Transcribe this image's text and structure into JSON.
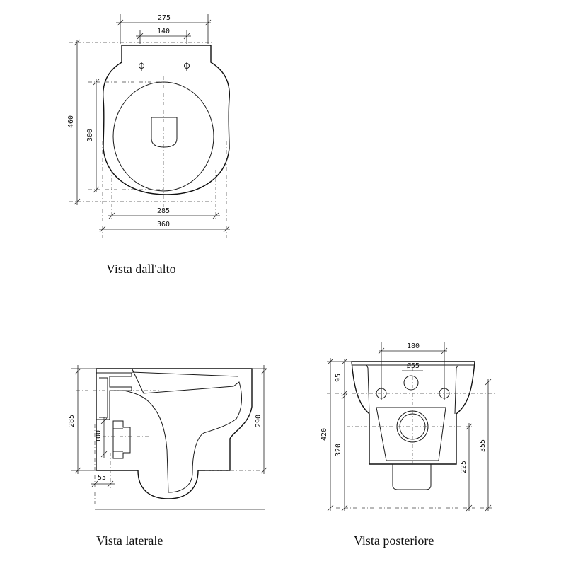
{
  "views": {
    "top": {
      "caption": "Vista dall'alto",
      "dims": {
        "width_top": "275",
        "holes": "140",
        "depth": "460",
        "bowl": "300",
        "rim": "285",
        "width": "360"
      }
    },
    "side": {
      "caption": "Vista laterale",
      "dims": {
        "height": "285",
        "inlet": "100",
        "offset": "55",
        "outlet": "290"
      }
    },
    "rear": {
      "caption": "Vista posteriore",
      "dims": {
        "bolts": "180",
        "diameter": "Ø55",
        "top": "95",
        "total": "420",
        "base": "320",
        "drain": "225",
        "outer": "355"
      }
    }
  }
}
